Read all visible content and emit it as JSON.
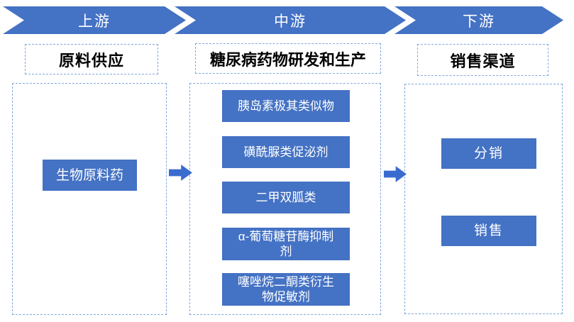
{
  "diagram": {
    "banners": [
      "上游",
      "中游",
      "下游"
    ],
    "sections": [
      {
        "title": "原料供应",
        "items": [
          "生物原料药"
        ]
      },
      {
        "title": "糖尿病药物研发和生产",
        "items": [
          "胰岛素极其类似物",
          "磺酰脲类促泌剂",
          "二甲双胍类",
          "α-葡萄糖苷酶抑制\n剂",
          "噻唑烷二酮类衍生\n物促敏剂"
        ]
      },
      {
        "title": "销售渠道",
        "items": [
          "分销",
          "销售"
        ]
      }
    ]
  },
  "colors": {
    "shape_blue": "#4472C4",
    "arrow_blue": "#3A6CD0",
    "dash_border": "#7FA8DC",
    "banner_text": "#FFFFFF",
    "title_text": "#000000",
    "background": "#FFFFFF"
  }
}
